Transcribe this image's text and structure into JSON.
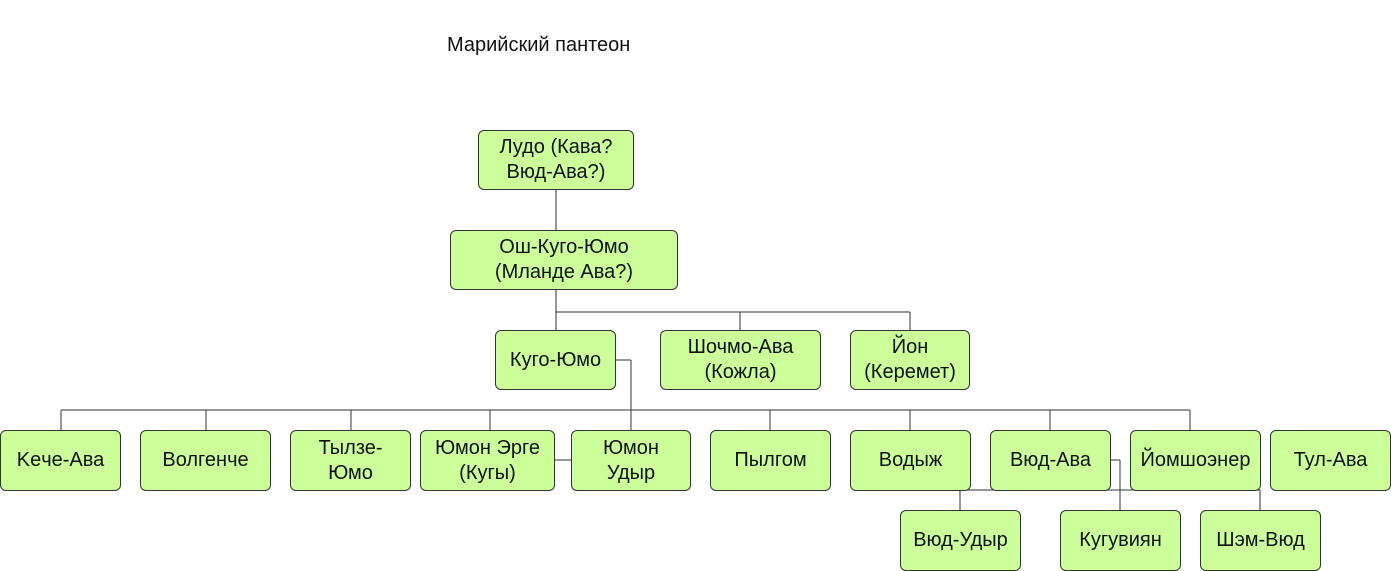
{
  "title": "Марийский пантеон",
  "colors": {
    "node_fill": "#ccff99",
    "node_border": "#333333",
    "edge": "#333333"
  },
  "nodes": {
    "ludo": "Лудо (Кава?\nВюд-Ава?)",
    "osh_kugo_yumo": "Ош-Куго-Юмо\n(Мланде Ава?)",
    "kugo_yumo": "Куго-Юмо",
    "shochmo_ava": "Шочмо-Ава\n(Кожла)",
    "yon": "Йон\n(Керемет)",
    "keche_ava": "Keче-Ава",
    "volgenche": "Волгенче",
    "tylze_yumo": "Тылзе-\nЮмо",
    "yumon_erge": "Юмон Эрге\n(Кугы)",
    "yumon_udyr": "Юмон\nУдыр",
    "pylgom": "Пылгом",
    "vodyzh": "Водыж",
    "vyud_ava": "Вюд-Ава",
    "yomshoener": "Йомшоэнер",
    "tul_ava": "Тул-Ава",
    "vyud_udyr": "Вюд-Удыр",
    "kuguviyan": "Кугувиян",
    "shem_vyud": "Шэм-Вюд"
  }
}
